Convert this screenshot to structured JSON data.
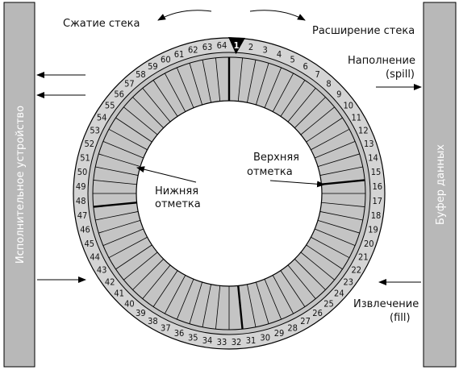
{
  "colors": {
    "panel": "#b8b8b8",
    "ring_outer": "#d4d4d4",
    "ring_slots": "#c4c4c4",
    "stroke": "#000000",
    "text": "#111111",
    "active_marker": "#000000"
  },
  "left_panel": {
    "label": "Исполнительное устройство"
  },
  "right_panel": {
    "label": "Буфер данных"
  },
  "labels": {
    "compress": "Сжатие стека",
    "expand": "Расширение стека",
    "spill_line1": "Наполнение",
    "spill_line2": "(spill)",
    "fill_line1": "Извлечение",
    "fill_line2": "(fill)",
    "low_mark_line1": "Нижняя",
    "low_mark_line2": "отметка",
    "high_mark_line1": "Верхняя",
    "high_mark_line2": "отметка"
  },
  "ring": {
    "slot_count": 64,
    "active_slot": 1,
    "numbers": [
      1,
      2,
      3,
      4,
      5,
      6,
      7,
      8,
      9,
      10,
      11,
      12,
      13,
      14,
      15,
      16,
      17,
      18,
      19,
      20,
      21,
      22,
      23,
      24,
      25,
      26,
      27,
      28,
      29,
      30,
      31,
      32,
      33,
      34,
      35,
      36,
      37,
      38,
      39,
      40,
      41,
      42,
      43,
      44,
      45,
      46,
      47,
      48,
      49,
      50,
      51,
      52,
      53,
      54,
      55,
      56,
      57,
      58,
      59,
      60,
      61,
      62,
      63,
      64
    ],
    "emphasized_dividers": [
      1,
      16,
      32,
      48
    ]
  },
  "icons": {
    "active_marker": "down-triangle-icon",
    "arrow": "arrow-icon"
  }
}
